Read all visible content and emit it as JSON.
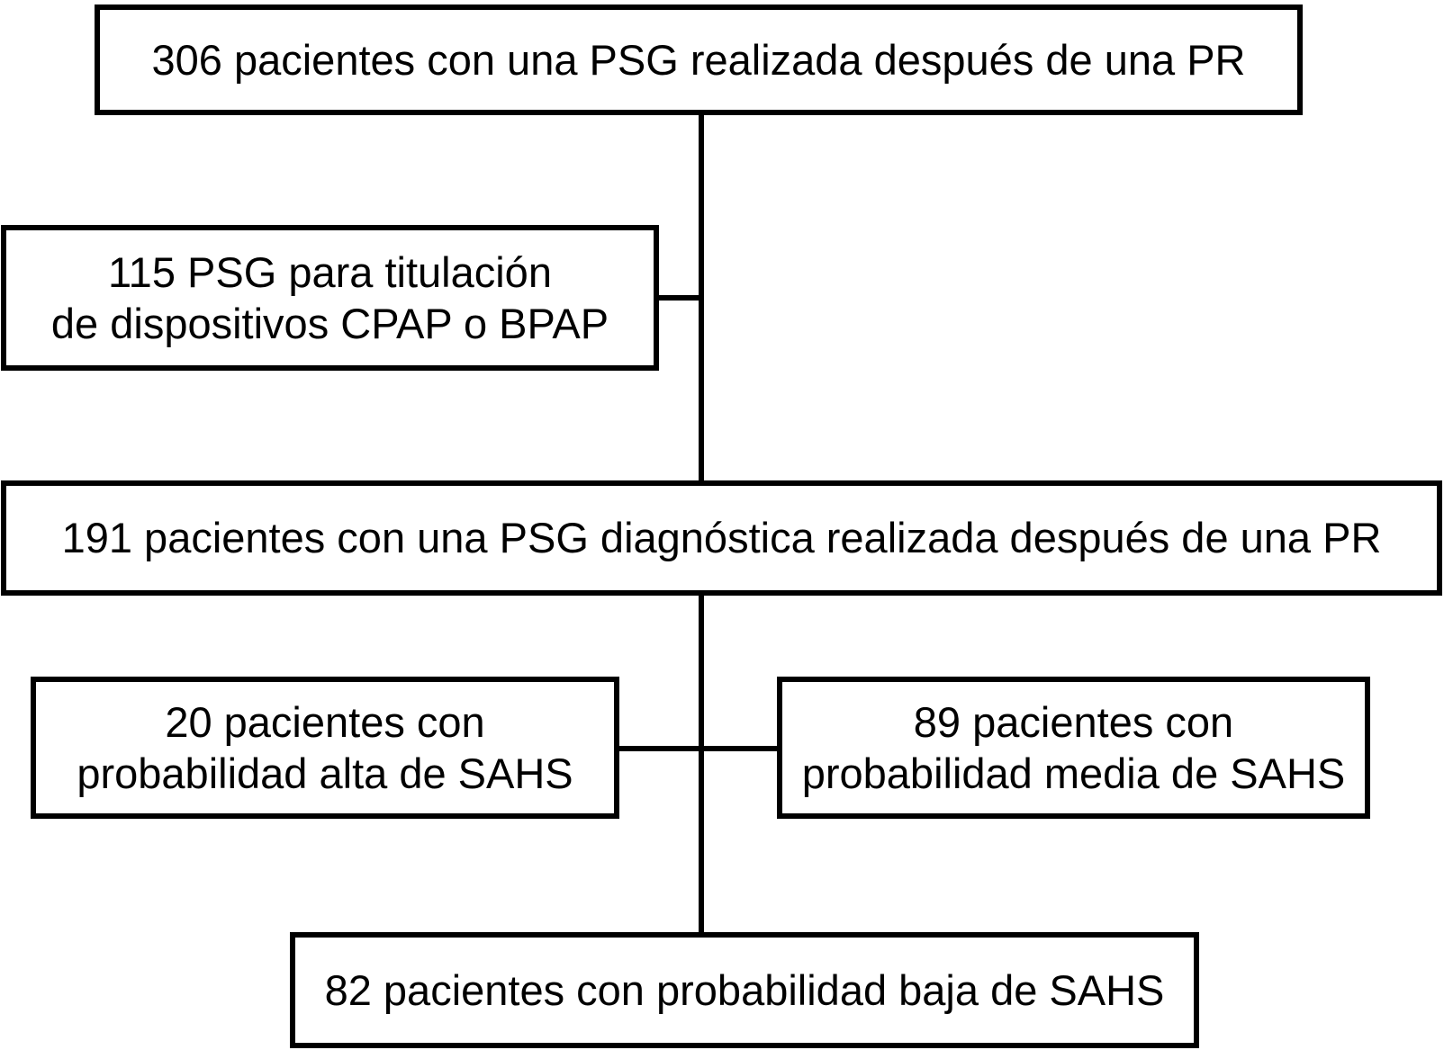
{
  "figure": {
    "type": "flow-diagram",
    "language": "es",
    "background_color": "#ffffff",
    "line_color": "#000000",
    "text_color": "#000000",
    "nodes": {
      "psg_total": {
        "count": 306,
        "label": "306 pacientes con una PSG realizada después de una PR"
      },
      "titulacion": {
        "count": 115,
        "label": "115 PSG para titulación\nde dispositivos CPAP o BPAP"
      },
      "diagnostica": {
        "count": 191,
        "label": "191 pacientes con una PSG diagnóstica realizada después de una PR"
      },
      "prob_alta": {
        "count": 20,
        "label": "20 pacientes con\nprobabilidad alta de SAHS"
      },
      "prob_media": {
        "count": 89,
        "label": "89 pacientes con\nprobabilidad media de SAHS"
      },
      "prob_baja": {
        "count": 82,
        "label": "82 pacientes con probabilidad baja de SAHS"
      }
    },
    "edges": [
      {
        "from": "psg_total",
        "to": "diagnostica"
      },
      {
        "from": "psg_total",
        "to": "titulacion"
      },
      {
        "from": "diagnostica",
        "to": "prob_alta"
      },
      {
        "from": "diagnostica",
        "to": "prob_media"
      },
      {
        "from": "diagnostica",
        "to": "prob_baja"
      }
    ]
  }
}
